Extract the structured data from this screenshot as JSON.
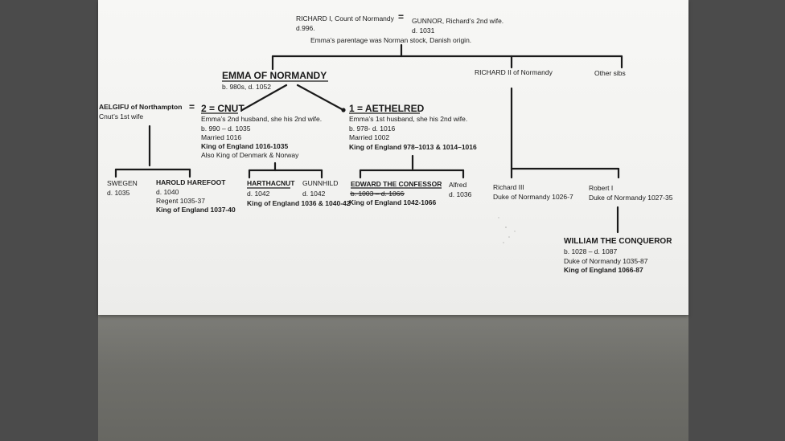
{
  "tree": {
    "richard1": {
      "name": "RICHARD  I, Count of Normandy",
      "died": "d.996."
    },
    "eq_top": "=",
    "gunnor": {
      "name": "GUNNOR, Richard’s 2nd wife.",
      "died": "d. 1031"
    },
    "parentage_note": "Emma’s parentage was Norman stock, Danish origin.",
    "emma": {
      "name": "EMMA OF NORMANDY",
      "dates": "b. 980s, d. 1052"
    },
    "richard2": {
      "name": "RICHARD II of Normandy"
    },
    "other_sibs": "Other sibs",
    "aelgifu": {
      "name": "AELGIFU of Northampton",
      "note": "Cnut’s 1st wife"
    },
    "eq_cnut": "=",
    "cnut": {
      "name": "2 = CNUT",
      "lines": [
        "Emma’s 2nd husband, she his 2nd wife.",
        "b. 990 – d. 1035",
        "Married 1016"
      ],
      "reign": "King of England 1016-1035",
      "extra": "Also King of Denmark & Norway"
    },
    "aethelred": {
      "name": "1 = AETHELRED",
      "lines": [
        "Emma’s 1st husband, she his 2nd wife.",
        "b. 978- d. 1016",
        "Married 1002"
      ],
      "reign": "King of England 978–1013 & 1014–1016"
    },
    "swegen": {
      "name": "SWEGEN",
      "died": "d. 1035"
    },
    "harold": {
      "name": "HAROLD HAREFOOT",
      "died": "d. 1040",
      "regent": "Regent 1035-37",
      "reign": "King of England 1037-40"
    },
    "harthacnut": {
      "name": "HARTHACNUT",
      "died": "d. 1042"
    },
    "gunnhild": {
      "name": "GUNNHILD",
      "died": "d. 1042"
    },
    "harthacnut_reign": "King of England 1036 & 1040-42",
    "edward": {
      "name": "EDWARD THE CONFESSOR",
      "dates": "b. 1003 – d. 1066",
      "reign": "King of England 1042-1066"
    },
    "alfred": {
      "name": "Alfred",
      "died": "d. 1036"
    },
    "richard3": {
      "name": "Richard III",
      "title": "Duke of Normandy 1026-7"
    },
    "robert1": {
      "name": "Robert I",
      "title": "Duke of Normandy  1027-35"
    },
    "william": {
      "name": "WILLIAM THE CONQUEROR",
      "dates": "b. 1028 – d. 1087",
      "title": "Duke of Normandy  1035-87",
      "reign": "King of England 1066-87"
    }
  }
}
